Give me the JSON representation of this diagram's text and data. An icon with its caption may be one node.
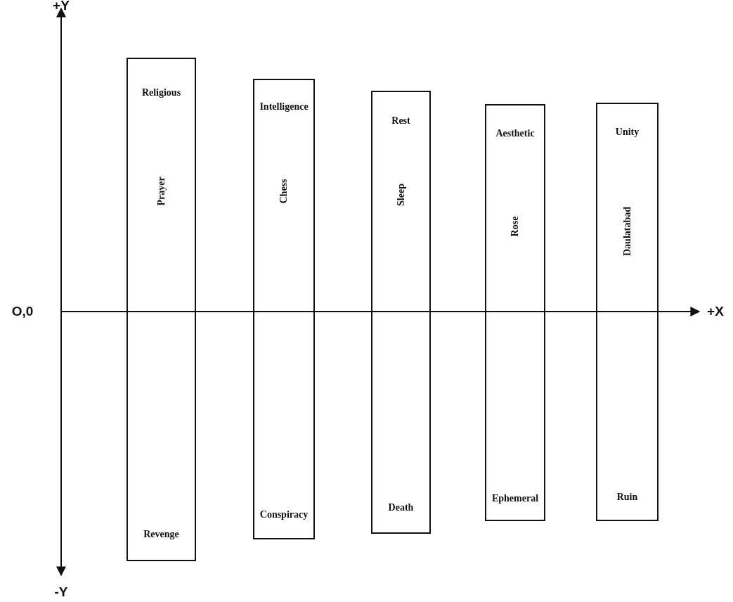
{
  "diagram": {
    "nodes": [
      {
        "text": [
          "Religious",
          "Prayer",
          "Revenge"
        ]
      },
      {
        "text": [
          "Intelligence",
          "Chess",
          "Conspiracy"
        ]
      },
      {
        "text": [
          "Rest",
          "Sleep",
          "Death"
        ]
      },
      {
        "text": [
          "Aesthetic",
          "Rose",
          "Ephemeral"
        ]
      },
      {
        "text": [
          "Unity",
          "Daulatabad",
          "Ruin"
        ]
      }
    ],
    "labels": [
      "+Y",
      "O,0",
      "+X",
      "-Y"
    ]
  }
}
